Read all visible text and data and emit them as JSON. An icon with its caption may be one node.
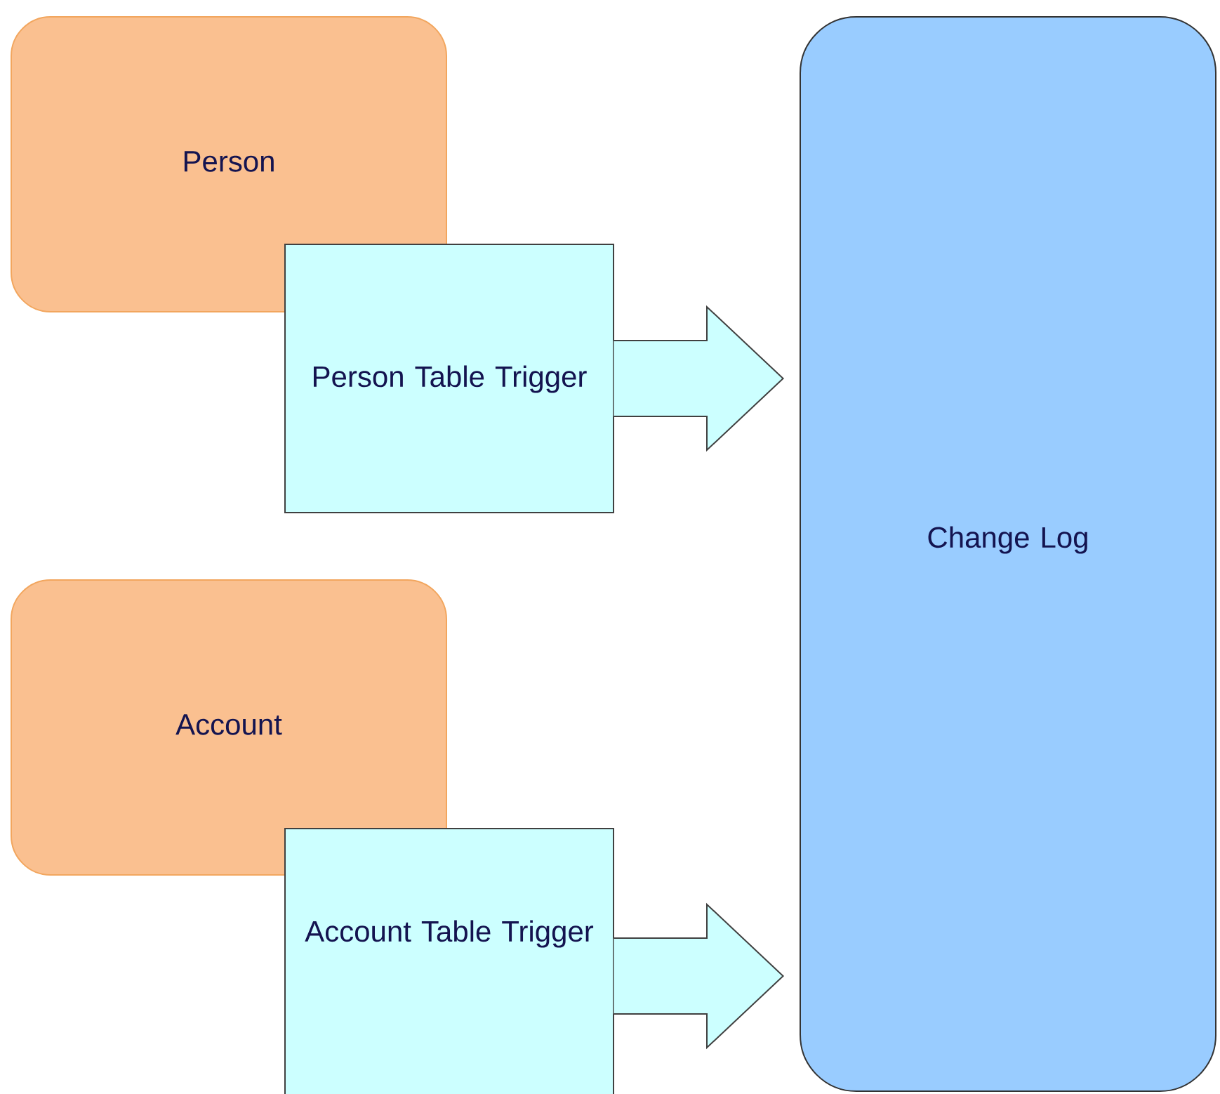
{
  "diagram": {
    "nodes": [
      {
        "text": [
          "Person"
        ]
      },
      {
        "text": [
          "Person Table Trigger"
        ]
      },
      {
        "text": [
          "Account"
        ]
      },
      {
        "text": [
          "Account Table Trigger"
        ]
      },
      {
        "text": [
          "Change Log"
        ]
      }
    ],
    "edges": [
      {
        "from": 1,
        "to": 4,
        "arrow": "to"
      },
      {
        "from": 3,
        "to": 4,
        "arrow": "to"
      }
    ]
  }
}
